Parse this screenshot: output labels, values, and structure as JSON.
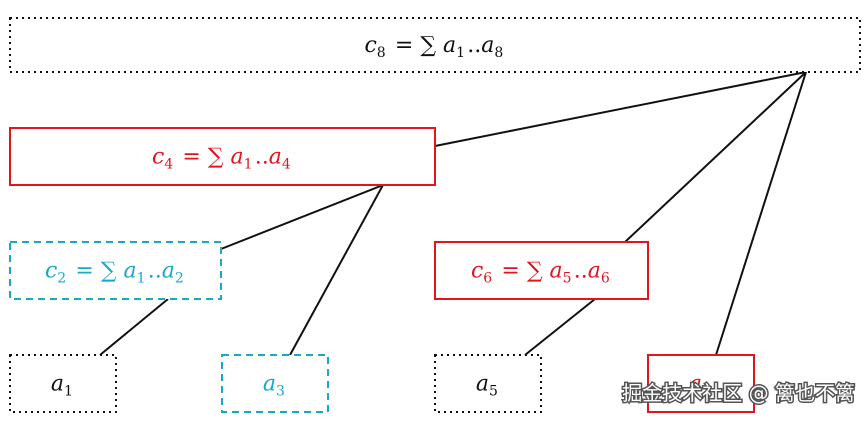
{
  "colors": {
    "black": "#111111",
    "red": "#e0151f",
    "cyan": "#1aa8c8",
    "watermark": "#ffffff"
  },
  "nodes": {
    "c8": {
      "style": "dotted",
      "color": "black",
      "parts": [
        [
          "c",
          "8"
        ],
        [
          " = ∑ ",
          ""
        ],
        [
          "a",
          "1"
        ],
        [
          "..",
          ""
        ],
        [
          "a",
          "8"
        ]
      ]
    },
    "c4": {
      "style": "solid",
      "color": "red",
      "parts": [
        [
          "c",
          "4"
        ],
        [
          " = ∑ ",
          ""
        ],
        [
          "a",
          "1"
        ],
        [
          "..",
          ""
        ],
        [
          "a",
          "4"
        ]
      ]
    },
    "c2": {
      "style": "dashed",
      "color": "cyan",
      "parts": [
        [
          "c",
          "2"
        ],
        [
          " = ∑ ",
          ""
        ],
        [
          "a",
          "1"
        ],
        [
          "..",
          ""
        ],
        [
          "a",
          "2"
        ]
      ]
    },
    "c6": {
      "style": "solid",
      "color": "red",
      "parts": [
        [
          "c",
          "6"
        ],
        [
          " = ∑ ",
          ""
        ],
        [
          "a",
          "5"
        ],
        [
          "..",
          ""
        ],
        [
          "a",
          "6"
        ]
      ]
    },
    "a1": {
      "style": "dotted",
      "color": "black",
      "parts": [
        [
          "a",
          "1"
        ]
      ]
    },
    "a3": {
      "style": "dashed",
      "color": "cyan",
      "parts": [
        [
          "a",
          "3"
        ]
      ]
    },
    "a5": {
      "style": "dotted",
      "color": "black",
      "parts": [
        [
          "a",
          "5"
        ]
      ]
    },
    "a7": {
      "style": "solid",
      "color": "red",
      "parts": [
        [
          "a",
          "7"
        ]
      ]
    }
  },
  "edges": [
    [
      "c8",
      "c4"
    ],
    [
      "c8",
      "c6"
    ],
    [
      "c8",
      "a7"
    ],
    [
      "c4",
      "c2"
    ],
    [
      "c4",
      "a3"
    ],
    [
      "c2",
      "a1"
    ],
    [
      "c6",
      "a5"
    ]
  ],
  "watermark": {
    "text": "掘金技术社区 @ 篱也不篱"
  }
}
